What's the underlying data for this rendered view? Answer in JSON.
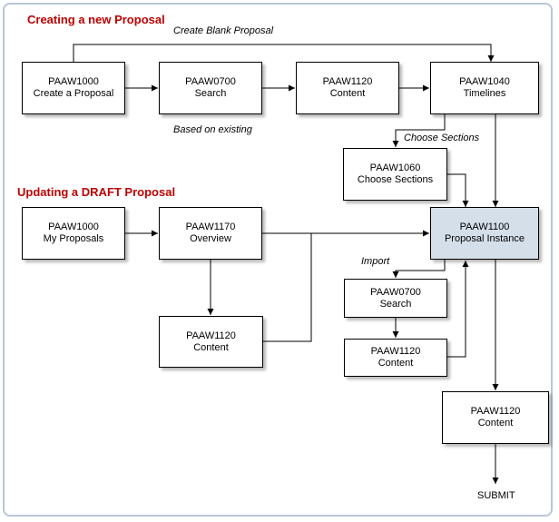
{
  "headings": {
    "new_proposal": "Creating a new Proposal",
    "update_draft": "Updating a DRAFT Proposal"
  },
  "boxes": {
    "paaw1000_create": {
      "code": "PAAW1000",
      "label": "Create a Proposal"
    },
    "paaw0700_search": {
      "code": "PAAW0700",
      "label": "Search"
    },
    "paaw1120_content": {
      "code": "PAAW1120",
      "label": "Content"
    },
    "paaw1040_timelines": {
      "code": "PAAW1040",
      "label": "Timelines"
    },
    "paaw1060_sections": {
      "code": "PAAW1060",
      "label": "Choose Sections"
    },
    "paaw1000_myproposals": {
      "code": "PAAW1000",
      "label": "My Proposals"
    },
    "paaw1170_overview": {
      "code": "PAAW1170",
      "label": "Overview"
    },
    "paaw1120_content_draft": {
      "code": "PAAW1120",
      "label": "Content"
    },
    "paaw1100_instance": {
      "code": "PAAW1100",
      "label": "Proposal Instance"
    },
    "paaw0700_search_import": {
      "code": "PAAW0700",
      "label": "Search"
    },
    "paaw1120_content_import": {
      "code": "PAAW1120",
      "label": "Content"
    },
    "paaw1120_content_final": {
      "code": "PAAW1120",
      "label": "Content"
    }
  },
  "labels": {
    "create_blank": "Create Blank Proposal",
    "based_on_existing": "Based on existing",
    "choose_sections": "Choose Sections",
    "import": "Import"
  },
  "submit": "SUBMIT",
  "colors": {
    "heading": "#c00000",
    "highlight_fill": "#d5dfea",
    "frame_border": "#b9c6da"
  }
}
